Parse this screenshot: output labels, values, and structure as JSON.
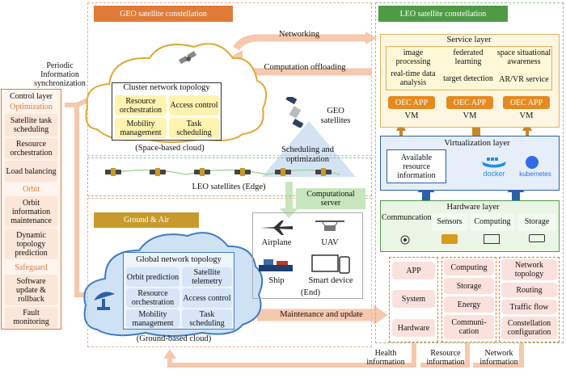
{
  "geo_header": "GEO satellite constellation",
  "leo_header": "LEO satellite constellation",
  "ground_header": "Ground & Air",
  "periodic_sync": "Periodic Information synchronization",
  "control_layer": {
    "title": "Control layer",
    "optimization_label": "Optimization",
    "optimization_items": [
      "Satellite task scheduling",
      "Resource orchestration",
      "Load balancing"
    ],
    "orbit_label": "Orbit",
    "orbit_items": [
      "Orbit information maintenance",
      "Dynamic topology prediction"
    ],
    "safeguard_label": "Safeguard",
    "safeguard_items": [
      "Software update & rollback",
      "Fault monitoring"
    ]
  },
  "space_cloud": {
    "title": "Cluster network topology",
    "items": [
      "Resource orchestration",
      "Access control",
      "Mobility management",
      "Task scheduling"
    ],
    "caption": "(Space-based cloud)"
  },
  "ground_cloud": {
    "title": "Global network topology",
    "items": [
      "Orbit prediction",
      "Satellite telemetry",
      "Resource orchestration",
      "Access control",
      "Mobility management",
      "Task scheduling"
    ],
    "caption": "(Ground-based cloud)"
  },
  "arrows": {
    "networking": "Networking",
    "offloading": "Computation offloading",
    "scheduling": "Scheduling and optimization",
    "computational_server": "Computational server",
    "maintenance": "Maintenance and update",
    "health": "Health information",
    "resource": "Resource information",
    "network": "Network information"
  },
  "geo_satellites": "GEO satellites",
  "leo_satellites": "LEO satellites (Edge)",
  "end_devices": {
    "items": [
      "Airplane",
      "UAV",
      "Ship",
      "Smart device"
    ],
    "caption": "(End)"
  },
  "service_layer": {
    "title": "Service layer",
    "services": [
      "image processing",
      "federated learning",
      "space situational awareness",
      "real-time data analysis",
      "target detection",
      "AR/VR service"
    ],
    "apps": [
      "OEC APP",
      "OEC APP",
      "OEC APP"
    ],
    "vms": [
      "VM",
      "VM",
      "VM"
    ]
  },
  "virtualization_layer": {
    "title": "Virtualization layer",
    "resource_box": "Available resource information",
    "docker": "docker",
    "kubernetes": "kubernetes"
  },
  "hardware_layer": {
    "title": "Hardware layer",
    "items": [
      "Communcation",
      "Sensors",
      "Computing",
      "Storage"
    ]
  },
  "bottom_columns": {
    "col1": [
      "APP",
      "System",
      "Hardware"
    ],
    "col2": [
      "Computing",
      "Storage",
      "Energy",
      "Communi-cation"
    ],
    "col3": [
      "Network topology",
      "Routing",
      "Traffic flow",
      "Constellation configuration"
    ]
  },
  "colors": {
    "geo_header": "#e07b39",
    "leo_header": "#4e9a45",
    "ground_header": "#c89a2c",
    "orange_accent": "#e58a1f",
    "blue_accent": "#2c5fa8"
  }
}
